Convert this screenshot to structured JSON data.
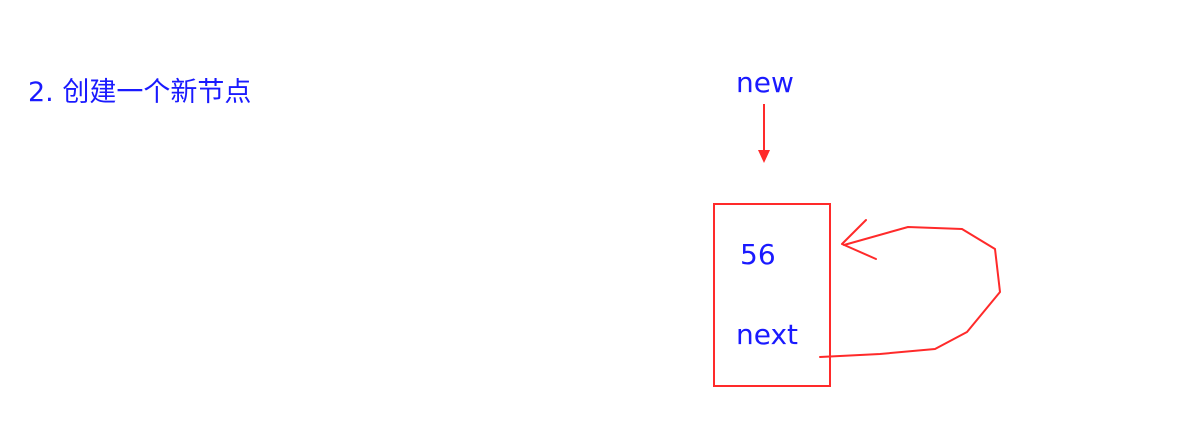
{
  "heading": "2. 创建一个新节点",
  "pointer": {
    "label": "new"
  },
  "node": {
    "value": "56",
    "next_label": "next"
  },
  "colors": {
    "text": "#1a1aff",
    "stroke": "#ff2a2a",
    "background": "#ffffff"
  }
}
